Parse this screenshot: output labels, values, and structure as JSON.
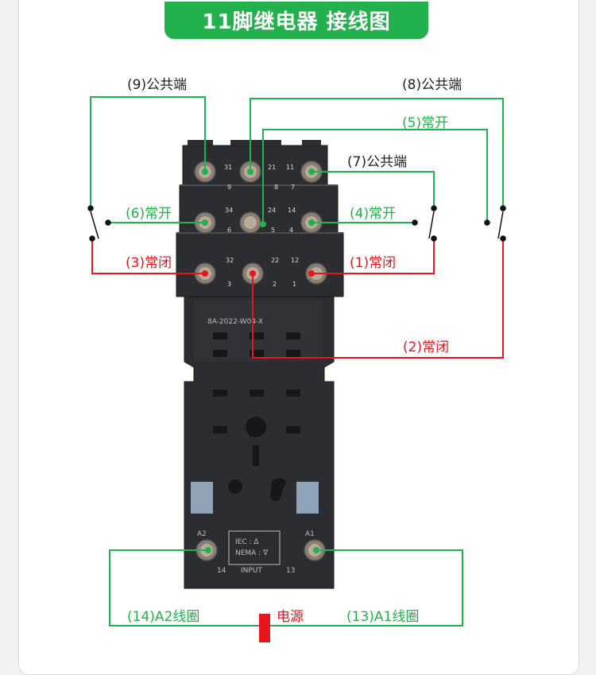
{
  "title": "11脚继电器 接线图",
  "labels": {
    "common_9": "(9)公共端",
    "common_8": "(8)公共端",
    "common_7": "(7)公共端",
    "no_5": "(5)常开",
    "no_6": "(6)常开",
    "no_4": "(4)常开",
    "nc_3": "(3)常闭",
    "nc_1": "(1)常闭",
    "nc_2": "(2)常闭",
    "coil_a2": "(14)A2线圈",
    "coil_a1": "(13)A1线圈",
    "power": "电源"
  },
  "base": {
    "model": "8A-2022-W04-X",
    "iec": "IEC : Δ",
    "nema": "NEMA : ∇",
    "input": "INPUT",
    "a2": "A2",
    "a1": "A1",
    "t14": "14",
    "t13": "13",
    "row1_top": [
      "31",
      "21",
      "11"
    ],
    "row1_bottom": [
      "9",
      "8",
      "7"
    ],
    "row2_top": [
      "34",
      "24",
      "14"
    ],
    "row2_bottom": [
      "6",
      "5",
      "4"
    ],
    "row3_top": [
      "32",
      "22",
      "12"
    ],
    "row3_bottom": [
      "3",
      "2",
      "1"
    ]
  },
  "colors": {
    "green": "#22b14c",
    "red": "#e8161c",
    "black": "#222222",
    "base_body": "#2b2d30"
  }
}
